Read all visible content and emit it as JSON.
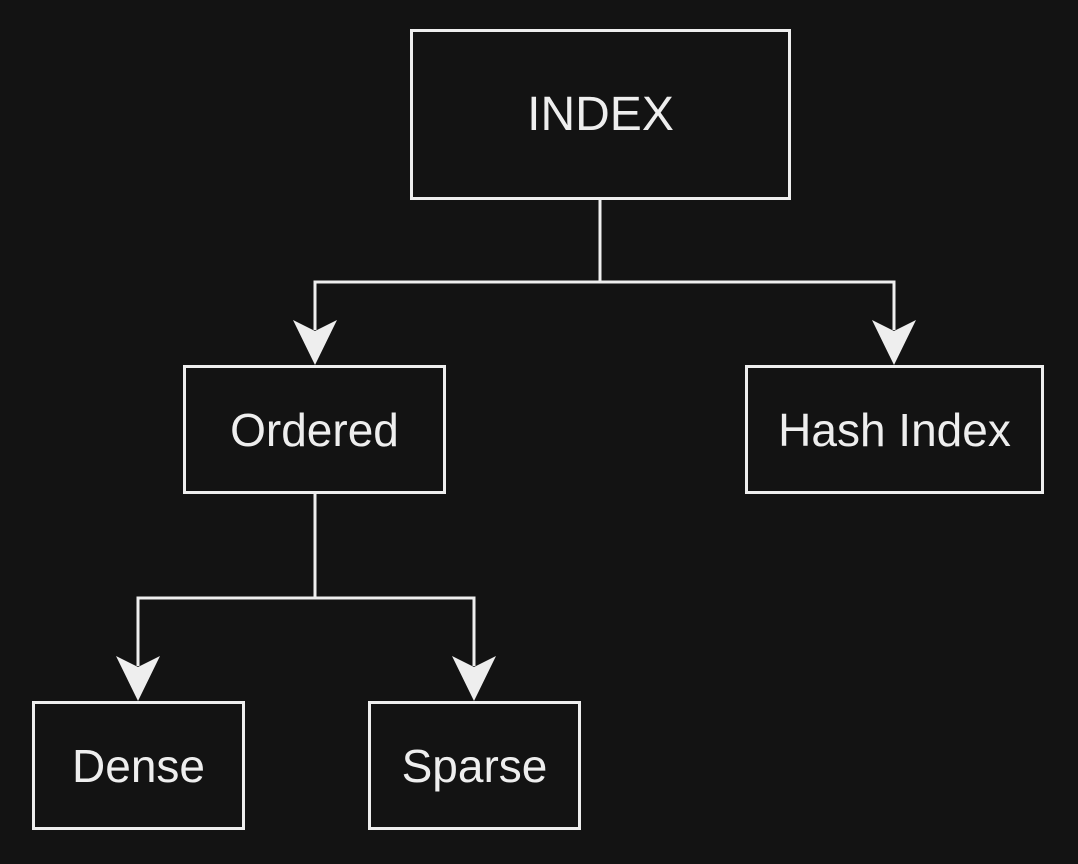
{
  "diagram": {
    "type": "tree",
    "nodes": {
      "index": {
        "label": "INDEX"
      },
      "ordered": {
        "label": "Ordered"
      },
      "hash_index": {
        "label": "Hash Index"
      },
      "dense": {
        "label": "Dense"
      },
      "sparse": {
        "label": "Sparse"
      }
    },
    "edges": [
      {
        "from": "INDEX",
        "to": "Ordered"
      },
      {
        "from": "INDEX",
        "to": "Hash Index"
      },
      {
        "from": "Ordered",
        "to": "Dense"
      },
      {
        "from": "Ordered",
        "to": "Sparse"
      }
    ],
    "colors": {
      "background": "#131313",
      "stroke": "#eeeeee",
      "text": "#eeeeee"
    }
  }
}
